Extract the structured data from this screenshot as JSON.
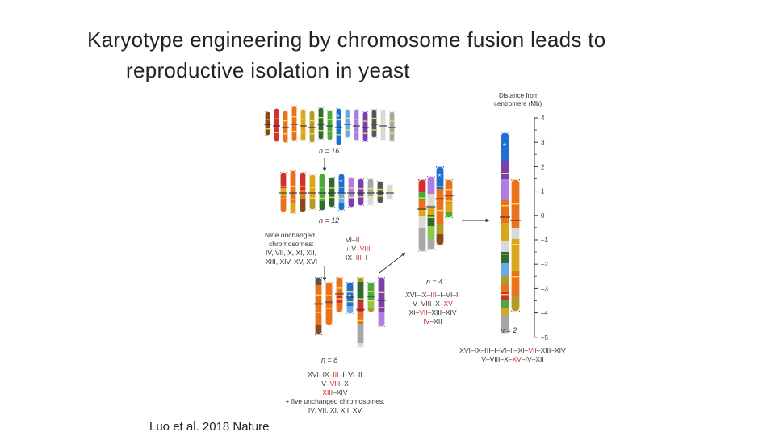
{
  "title": {
    "line1": "Karyotype engineering by chromosome fusion  leads to",
    "line2": "reproductive isolation in yeast"
  },
  "citation": "Luo et al. 2018 Nature",
  "figure": {
    "n16": "n = 16",
    "n12": "n = 12",
    "n8": "n = 8",
    "n4": "n = 4",
    "n2": "n = 2",
    "nine_unchanged": [
      "Nine unchanged",
      "chromosomes:",
      "IV, VII, X, XI, XII,",
      "XIII, XIV, XV, XVI"
    ],
    "fusions_12": [
      {
        "parts": [
          {
            "t": "VI–",
            "c": "k"
          },
          {
            "t": "II",
            "c": "r"
          }
        ]
      },
      {
        "parts": [
          {
            "t": "+ ",
            "c": "k"
          },
          {
            "t": "V–",
            "c": "k"
          },
          {
            "t": "VIII",
            "c": "r"
          }
        ]
      },
      {
        "parts": [
          {
            "t": "IX–",
            "c": "k"
          },
          {
            "t": "III",
            "c": "r"
          },
          {
            "t": "–I",
            "c": "k"
          }
        ]
      }
    ],
    "fusions_8": [
      {
        "parts": [
          {
            "t": "XVI–IX–",
            "c": "k"
          },
          {
            "t": "III",
            "c": "r"
          },
          {
            "t": "–I–VI–II",
            "c": "k"
          }
        ]
      },
      {
        "parts": [
          {
            "t": "V–",
            "c": "k"
          },
          {
            "t": "VIII",
            "c": "r"
          },
          {
            "t": "–X",
            "c": "k"
          }
        ]
      },
      {
        "parts": [
          {
            "t": "XIII",
            "c": "r"
          },
          {
            "t": "–XIV",
            "c": "k"
          }
        ]
      },
      {
        "parts": [
          {
            "t": "+ five unchanged chromosomes:",
            "c": "k"
          }
        ]
      },
      {
        "parts": [
          {
            "t": "IV, VII, XI, XII, XV",
            "c": "k"
          }
        ]
      }
    ],
    "fusions_4": [
      {
        "parts": [
          {
            "t": "XVI–IX–",
            "c": "k"
          },
          {
            "t": "III",
            "c": "r"
          },
          {
            "t": "–I–VI–II",
            "c": "k"
          }
        ]
      },
      {
        "parts": [
          {
            "t": "V–VIII–X–",
            "c": "k"
          },
          {
            "t": "XV",
            "c": "r"
          }
        ]
      },
      {
        "parts": [
          {
            "t": "XI–",
            "c": "k"
          },
          {
            "t": "VII",
            "c": "r"
          },
          {
            "t": "–XIII–XIV",
            "c": "k"
          }
        ]
      },
      {
        "parts": [
          {
            "t": "IV",
            "c": "r"
          },
          {
            "t": "–XII",
            "c": "k"
          }
        ]
      }
    ],
    "fusions_2": [
      {
        "parts": [
          {
            "t": "XVI–IX–III–I–VI–II–XI–",
            "c": "k"
          },
          {
            "t": "VII",
            "c": "r"
          },
          {
            "t": "–XIII–XIV",
            "c": "k"
          }
        ]
      },
      {
        "parts": [
          {
            "t": "V–VIII–X–",
            "c": "k"
          },
          {
            "t": "XV",
            "c": "r"
          },
          {
            "t": "–IV–XII",
            "c": "k"
          }
        ]
      }
    ],
    "axis_title": [
      "Distance from",
      "centromere (Mb)"
    ],
    "axis_ticks": [
      "4",
      "3",
      "2",
      "1",
      "0",
      "–1",
      "–2",
      "–3",
      "–4",
      "–5"
    ],
    "star": "*"
  },
  "colors": {
    "red": "#d0312d",
    "orange": "#e8731c",
    "yellow": "#d9a71c",
    "olive": "#b49a2a",
    "darkgreen": "#2e6b2e",
    "green": "#4fa83c",
    "lightgreen": "#8cc84b",
    "blue": "#1f6fd0",
    "lightblue": "#6aaae6",
    "purple": "#7a3fb0",
    "lavender": "#b07de0",
    "grey": "#a7a7a7",
    "lightgrey": "#d9d9d9",
    "brown": "#8b4a1d",
    "darkgrey": "#555555",
    "label_red": "#d0312d"
  }
}
